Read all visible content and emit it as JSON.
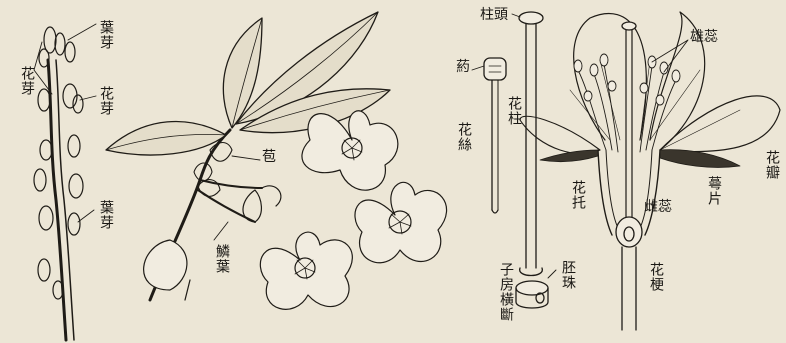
{
  "labels": {
    "leaf_bud_top": "葉芽",
    "flower_bud": "花芽",
    "flower_bud_mid": "花芽",
    "leaf_bud_bottom": "葉芽",
    "bract": "苞",
    "scale_leaf": "鱗葉",
    "stigma": "柱頭",
    "anther": "葯",
    "style": "花柱",
    "filament": "花絲",
    "ovary_cross_section": "子房橫斷",
    "ovule": "胚珠",
    "receptacle": "花托",
    "pistil": "雌蕊",
    "stamens": "雄蕊",
    "sepal": "蕚片",
    "petal": "花瓣",
    "pedicel": "花梗"
  }
}
